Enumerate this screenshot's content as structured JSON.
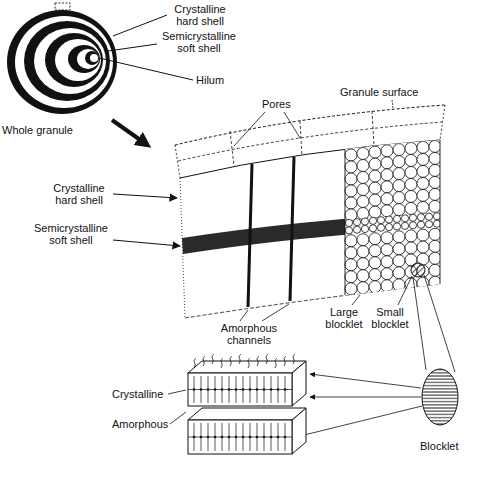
{
  "diagram": {
    "labels": [
      "Crystalline hard shell",
      "Semicrystalline soft shell",
      "Hilum",
      "Whole granule",
      "Pores",
      "Granule surface",
      "Crystalline hard shell",
      "Semicrystalline soft shell",
      "Large blocklet",
      "Small blocklet",
      "Amorphous channels",
      "Crystalline",
      "Amorphous",
      "Blocklet"
    ]
  }
}
